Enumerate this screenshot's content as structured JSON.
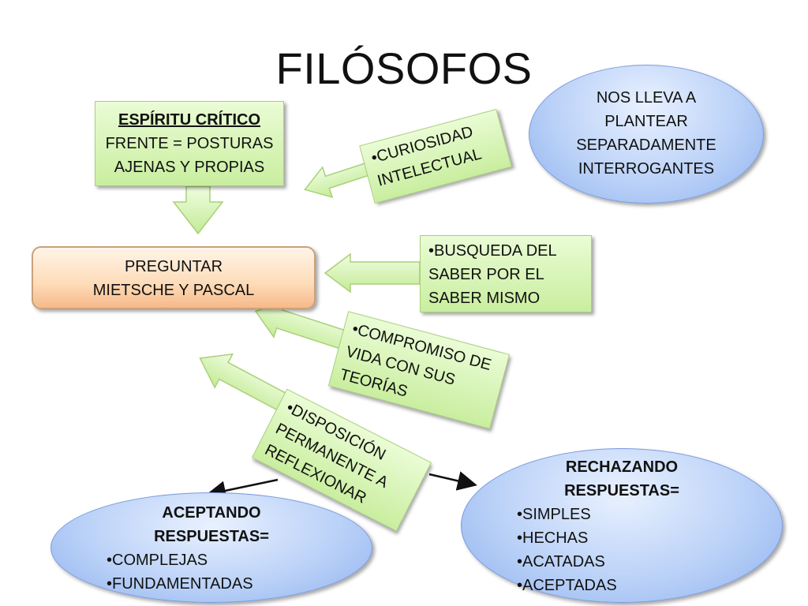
{
  "title": "FILÓSOFOS",
  "top_box": {
    "heading": "ESPÍRITU CRÍTICO",
    "line1": "FRENTE = POSTURAS",
    "line2": "AJENAS Y PROPIAS"
  },
  "center_box": {
    "line1": "PREGUNTAR",
    "line2": "MIETSCHE Y PASCAL"
  },
  "oval_top": {
    "line1": "NOS LLEVA A",
    "line2": "PLANTEAR",
    "line3": "SEPARADAMENTE",
    "line4": "INTERROGANTES"
  },
  "arrows": [
    {
      "line1": "•CURIOSIDAD",
      "line2": "INTELECTUAL"
    },
    {
      "line1": "•BUSQUEDA DEL",
      "line2": "SABER POR EL",
      "line3": "SABER MISMO"
    },
    {
      "line1": "•COMPROMISO DE",
      "line2": "VIDA CON SUS",
      "line3": "TEORÍAS"
    },
    {
      "line1": "•DISPOSICIÓN",
      "line2": "PERMANENTE A",
      "line3": "REFLEXIONAR"
    }
  ],
  "accepting": {
    "heading1": "ACEPTANDO",
    "heading2": "RESPUESTAS=",
    "items": [
      "•COMPLEJAS",
      "•FUNDAMENTADAS"
    ]
  },
  "rejecting": {
    "heading1": "RECHAZANDO",
    "heading2": "RESPUESTAS=",
    "items": [
      "•SIMPLES",
      "•HECHAS",
      "•ACATADAS",
      "•ACEPTADAS"
    ]
  },
  "colors": {
    "green_fill": "#d6f4b3",
    "green_border": "#a9d07a",
    "orange_fill": "#fddcb8",
    "blue_fill": "#b7cff7"
  }
}
